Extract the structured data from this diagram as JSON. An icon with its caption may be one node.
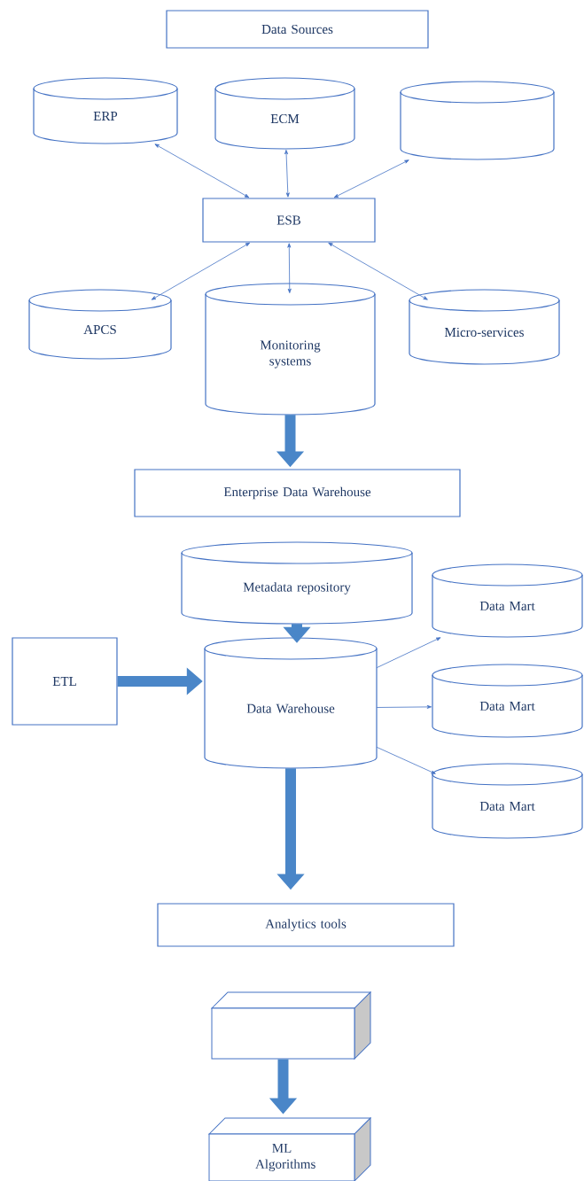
{
  "diagram": {
    "nodes": [
      {
        "text": [
          "Data Sources"
        ]
      },
      {
        "text": [
          "ERP"
        ]
      },
      {
        "text": [
          "ECM"
        ]
      },
      {
        "text": [],
        "shape": "cylinder"
      },
      {
        "text": [
          "ESB"
        ]
      },
      {
        "text": [
          "APCS"
        ]
      },
      {
        "text": [
          "Monitoring systems"
        ]
      },
      {
        "text": [
          "Micro-services"
        ]
      },
      {
        "text": [
          "Enterprise Data Warehouse"
        ]
      },
      {
        "text": [
          "Metadata repository"
        ]
      },
      {
        "text": [
          "Data Mart"
        ]
      },
      {
        "text": [
          "ETL"
        ]
      },
      {
        "text": [
          "Data Warehouse"
        ]
      },
      {
        "text": [
          "Data Mart"
        ]
      },
      {
        "text": [
          "Data Mart"
        ]
      },
      {
        "text": [
          "Analytics tools"
        ]
      },
      {
        "text": [],
        "shape": "box"
      },
      {
        "text": [
          "ML Algorithms"
        ]
      }
    ],
    "edges": [
      {
        "from": 4,
        "to": 1,
        "arrow": "both"
      },
      {
        "from": 4,
        "to": 2,
        "arrow": "both"
      },
      {
        "from": 4,
        "to": 3,
        "arrow": "both"
      },
      {
        "from": 4,
        "to": 5,
        "arrow": "both"
      },
      {
        "from": 4,
        "to": 6,
        "arrow": "both"
      },
      {
        "from": 4,
        "to": 7,
        "arrow": "both"
      },
      {
        "from": 6,
        "to": 8,
        "arrow": "to",
        "style": "thick"
      },
      {
        "from": 9,
        "to": 12,
        "arrow": "to",
        "style": "thick"
      },
      {
        "from": 11,
        "to": 12,
        "arrow": "to",
        "style": "thick"
      },
      {
        "from": 12,
        "to": 10,
        "arrow": "to"
      },
      {
        "from": 12,
        "to": 13,
        "arrow": "to"
      },
      {
        "from": 12,
        "to": 14,
        "arrow": "to"
      },
      {
        "from": 12,
        "to": 15,
        "arrow": "to",
        "style": "thick"
      },
      {
        "from": 16,
        "to": 17,
        "arrow": "to",
        "style": "thick"
      }
    ]
  }
}
